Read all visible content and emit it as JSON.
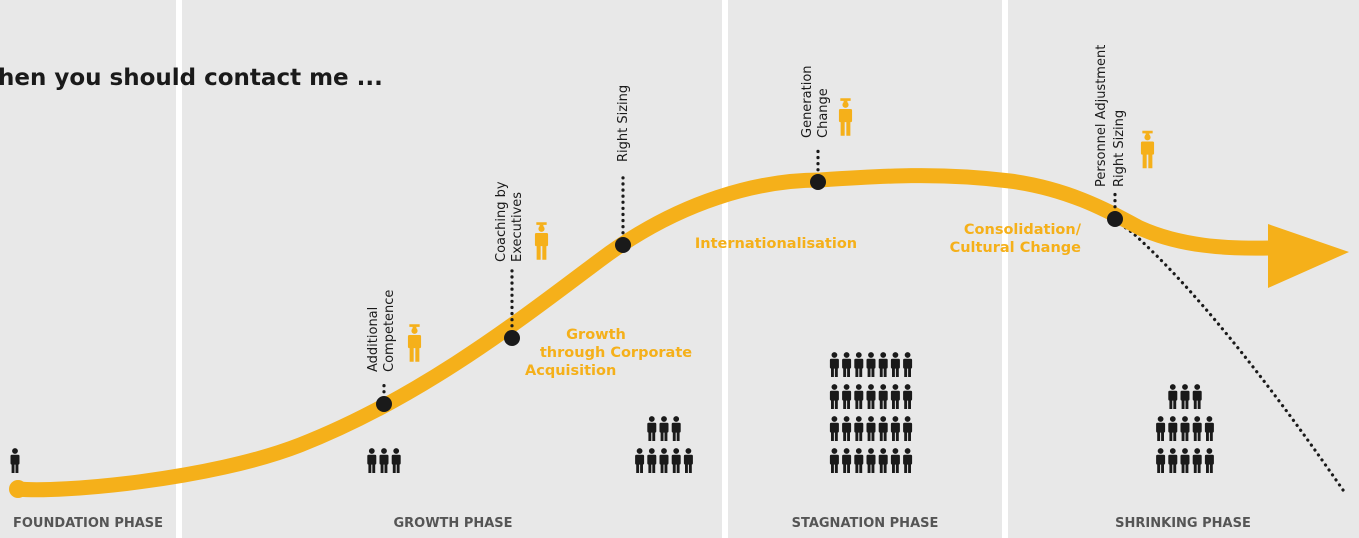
{
  "title": "hen you should contact me ...",
  "phases": {
    "foundation": "FOUNDATION PHASE",
    "growth": "GROWTH PHASE",
    "stagnation": "STAGNATION PHASE",
    "shrinking": "SHRINKING PHASE"
  },
  "milestones": {
    "additional_competence": [
      "Additional",
      "Competence"
    ],
    "coaching": [
      "Coaching by",
      "Executives"
    ],
    "right_sizing": "Right Sizing",
    "generation_change": [
      "Generation",
      "Change"
    ],
    "personnel": [
      "Personnel Adjustment",
      "Right Sizing"
    ]
  },
  "process_labels": {
    "growth_acquisition": [
      "Growth",
      "through Corporate",
      "Acquisition"
    ],
    "internationalisation": "Internationalisation",
    "consolidation": [
      "Consolidation/",
      "Cultural Change"
    ]
  },
  "colors": {
    "accent": "#f5b01a",
    "dark": "#1a1a1a",
    "panel": "#e8e8e8",
    "phase_text": "#555555"
  },
  "icons": {
    "person": "person-icon",
    "consultant": "consultant-icon"
  },
  "headcount_rows": {
    "foundation": [
      1
    ],
    "growth_early": [
      3
    ],
    "growth_late": [
      3,
      5
    ],
    "stagnation": [
      7,
      7,
      7,
      7
    ],
    "shrinking": [
      3,
      5,
      5
    ]
  }
}
